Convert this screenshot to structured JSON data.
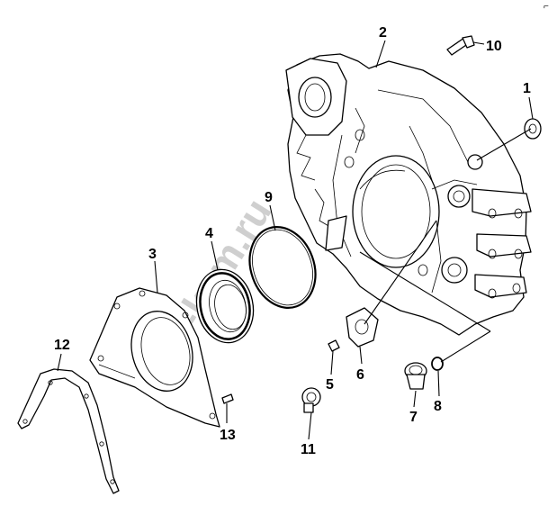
{
  "diagram": {
    "watermark": "zap-kam.ru",
    "corner_mark": "⌐",
    "callouts": [
      {
        "id": "1",
        "label": "1",
        "part": "plug"
      },
      {
        "id": "2",
        "label": "2",
        "part": "flywheel-housing"
      },
      {
        "id": "3",
        "label": "3",
        "part": "rear-seal-housing"
      },
      {
        "id": "4",
        "label": "4",
        "part": "rear-oil-seal"
      },
      {
        "id": "5",
        "label": "5",
        "part": "cover-bolt"
      },
      {
        "id": "6",
        "label": "6",
        "part": "access-cover"
      },
      {
        "id": "7",
        "label": "7",
        "part": "drain-plug"
      },
      {
        "id": "8",
        "label": "8",
        "part": "o-ring"
      },
      {
        "id": "9",
        "label": "9",
        "part": "housing-seal-ring"
      },
      {
        "id": "10",
        "label": "10",
        "part": "housing-bolt"
      },
      {
        "id": "11",
        "label": "11",
        "part": "clip"
      },
      {
        "id": "12",
        "label": "12",
        "part": "gasket"
      },
      {
        "id": "13",
        "label": "13",
        "part": "dowel-pin"
      }
    ]
  }
}
